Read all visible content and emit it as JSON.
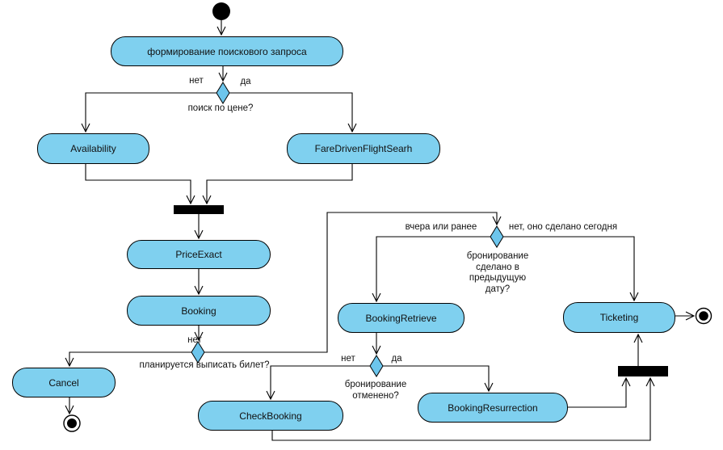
{
  "colors": {
    "activity_fill": "#7FD0EF",
    "decision_fill": "#6CC5EC",
    "outline": "#000000",
    "sync_bar": "#000000",
    "background": "#FFFFFF"
  },
  "activities": [
    {
      "label": "формирование поискового запроса"
    },
    {
      "label": "Availability"
    },
    {
      "label": "FareDrivenFlightSearh"
    },
    {
      "label": "PriceExact"
    },
    {
      "label": "Booking"
    },
    {
      "label": "Cancel"
    },
    {
      "label": "BookingRetrieve"
    },
    {
      "label": "Ticketing"
    },
    {
      "label": "CheckBooking"
    },
    {
      "label": "BookingResurrection"
    }
  ],
  "decisions": [
    {
      "question": "поиск по цене?",
      "left_label": "нет",
      "right_label": "да"
    },
    {
      "question": "планируется выписать билет?",
      "left_label": "нет"
    },
    {
      "question": "бронирование\nсделано в\nпредыдущую\nдату?",
      "left_label": "вчера или ранее",
      "right_label": "нет, оно сделано сегодня"
    },
    {
      "question": "бронирование\nотменено?",
      "left_label": "нет",
      "right_label": "да"
    }
  ]
}
